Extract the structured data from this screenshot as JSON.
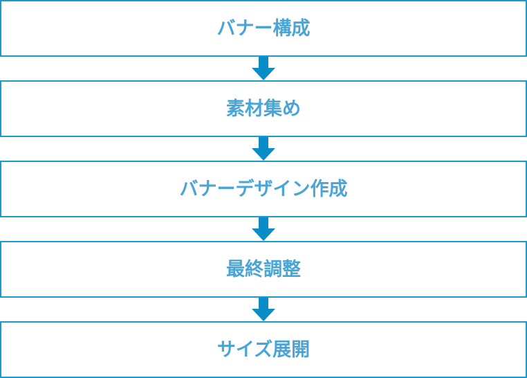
{
  "diagram": {
    "type": "vertical-flowchart",
    "colors": {
      "border": "#1a9ad0",
      "text": "#49a5d6",
      "arrow": "#0a8cc6",
      "background": "#ffffff"
    },
    "steps": [
      {
        "label": "バナー構成"
      },
      {
        "label": "素材集め"
      },
      {
        "label": "バナーデザイン作成"
      },
      {
        "label": "最終調整"
      },
      {
        "label": "サイズ展開"
      }
    ],
    "connectors": [
      {
        "from": 0,
        "to": 1,
        "icon": "arrow-down-icon"
      },
      {
        "from": 1,
        "to": 2,
        "icon": "arrow-down-icon"
      },
      {
        "from": 2,
        "to": 3,
        "icon": "arrow-down-icon"
      },
      {
        "from": 3,
        "to": 4,
        "icon": "arrow-down-icon"
      }
    ]
  }
}
